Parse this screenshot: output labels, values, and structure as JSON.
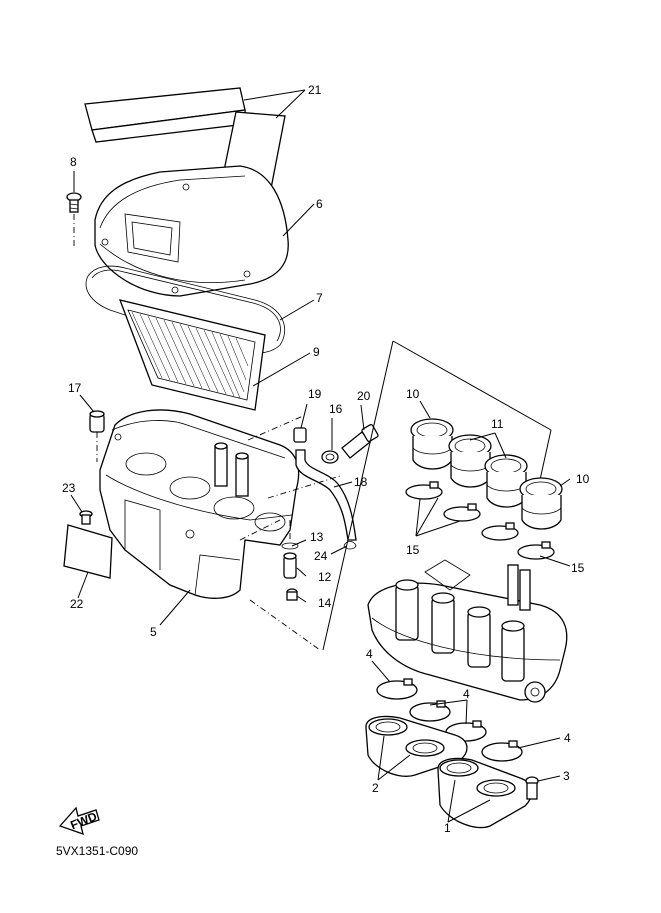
{
  "diagram": {
    "code": "5VX1351-C090",
    "fwd_label": "FWD",
    "callouts": {
      "c1": "1",
      "c2": "2",
      "c3": "3",
      "c4a": "4",
      "c4b": "4",
      "c4c": "4",
      "c5": "5",
      "c6": "6",
      "c7": "7",
      "c8": "8",
      "c9": "9",
      "c10a": "10",
      "c10b": "10",
      "c11": "11",
      "c12": "12",
      "c13": "13",
      "c14": "14",
      "c15a": "15",
      "c15b": "15",
      "c16": "16",
      "c17": "17",
      "c18": "18",
      "c19": "19",
      "c20": "20",
      "c21": "21",
      "c22": "22",
      "c23": "23",
      "c24": "24"
    }
  }
}
